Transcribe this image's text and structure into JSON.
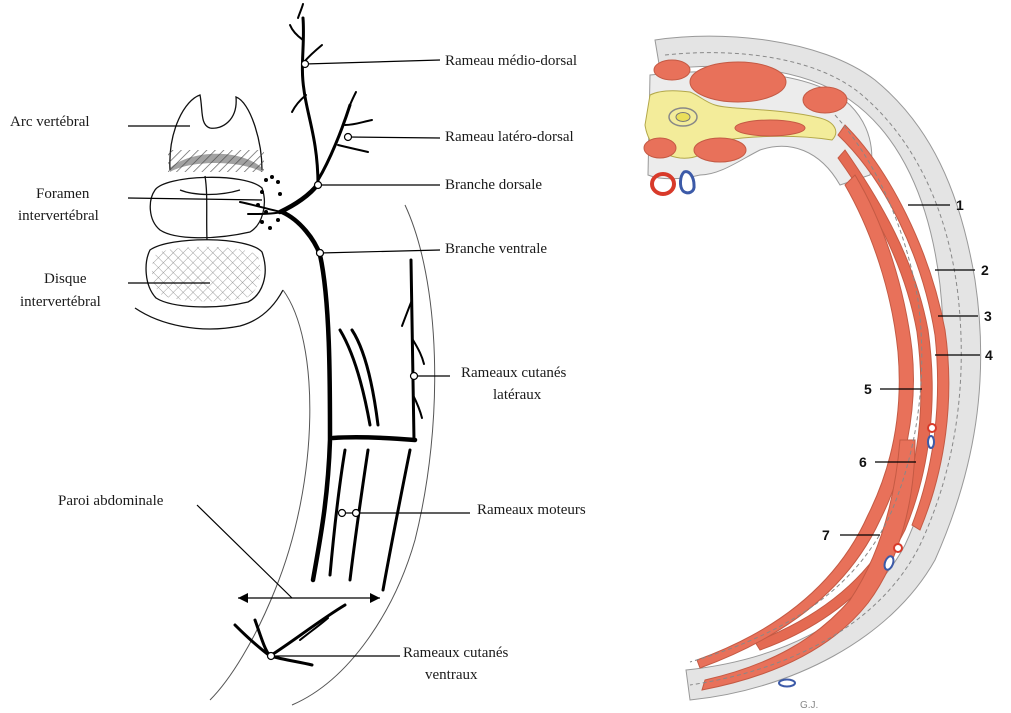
{
  "left_diagram": {
    "labels": {
      "arc_vertebral": "Arc vertébral",
      "foramen_l1": "Foramen",
      "foramen_l2": "intervertébral",
      "disque_l1": "Disque",
      "disque_l2": "intervertébral",
      "rameau_medio_dorsal": "Rameau médio-dorsal",
      "rameau_latero_dorsal": "Rameau latéro-dorsal",
      "branche_dorsale": "Branche dorsale",
      "branche_ventrale": "Branche ventrale",
      "rameaux_cutanes_lateraux_l1": "Rameaux cutanés",
      "rameaux_cutanes_lateraux_l2": "latéraux",
      "paroi_abdominale": "Paroi abdominale",
      "rameaux_moteurs": "Rameaux moteurs",
      "rameaux_cutanes_ventraux_l1": "Rameaux cutanés",
      "rameaux_cutanes_ventraux_l2": "ventraux"
    }
  },
  "right_diagram": {
    "numbers": [
      "1",
      "2",
      "3",
      "4",
      "5",
      "6",
      "7"
    ],
    "signature": "G.J.",
    "colors": {
      "muscle": "#e8715a",
      "muscle_dark": "#d9553c",
      "fascia": "#dcdcdc",
      "bone": "#f3ec9a",
      "artery": "#d83a2a",
      "vein": "#3c5aa8"
    }
  }
}
